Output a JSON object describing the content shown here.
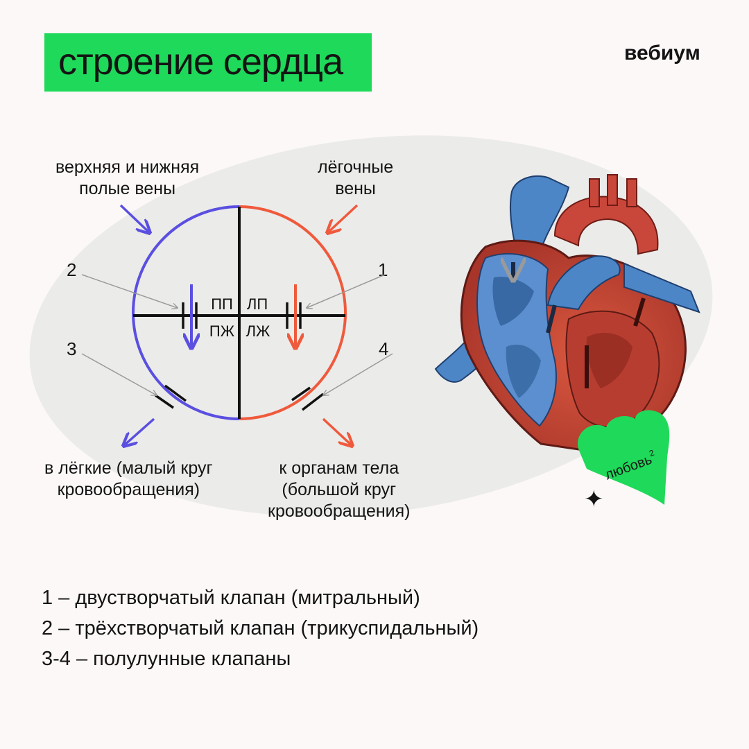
{
  "header": {
    "title": "строение сердца",
    "brand": "вебиум"
  },
  "diagram": {
    "label_caval_veins": [
      "верхняя и нижняя",
      "полые вены"
    ],
    "label_pulmonary_veins": [
      "лёгочные",
      "вены"
    ],
    "label_to_lungs": [
      "в лёгкие (малый круг",
      "кровообращения)"
    ],
    "label_to_body": [
      "к органам тела",
      "(большой круг",
      "кровообращения)"
    ],
    "chambers": {
      "ra": "ПП",
      "la": "ЛП",
      "rv": "ПЖ",
      "lv": "ЛЖ"
    },
    "valve_numbers": {
      "n1": "1",
      "n2": "2",
      "n3": "3",
      "n4": "4"
    },
    "colors": {
      "venous": "#5a4fe0",
      "arterial": "#ef5a3c",
      "accent": "#1fd95a"
    }
  },
  "sticker": {
    "text": "любовь",
    "sup": "2"
  },
  "legend": {
    "line1": "1 – двустворчатый клапан (митральный)",
    "line2": "2 – трёхстворчатый клапан (трикуспидальный)",
    "line3": "3-4 – полулунные клапаны"
  }
}
